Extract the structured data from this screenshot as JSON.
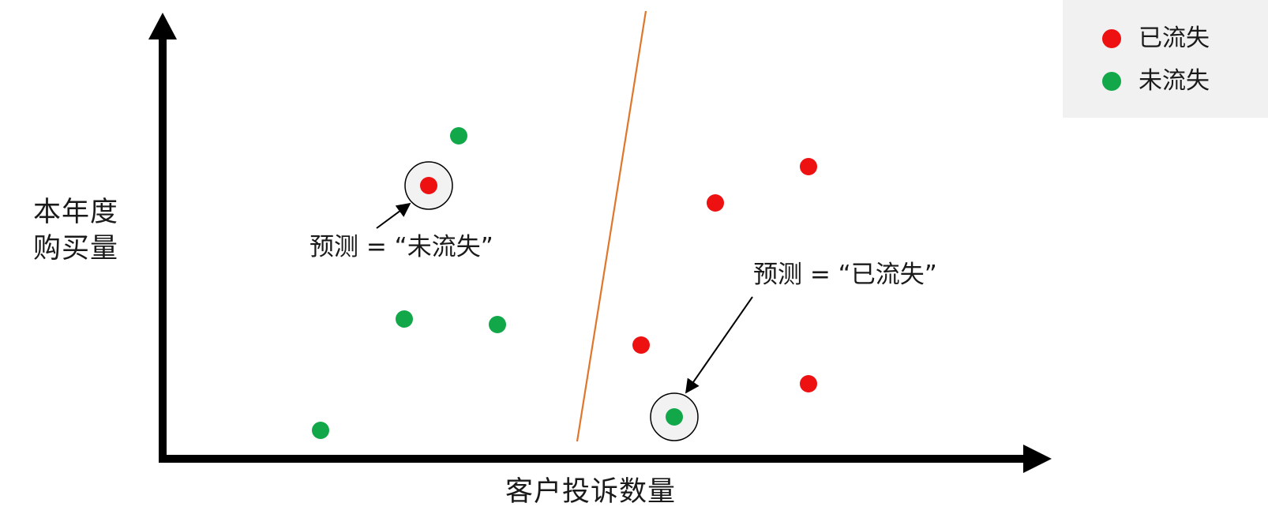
{
  "axes": {
    "y_label_line1": "本年度",
    "y_label_line2": "购买量",
    "x_label": "客户投诉数量"
  },
  "legend": {
    "items": [
      {
        "label": "已流失",
        "color": "#ee1111"
      },
      {
        "label": "未流失",
        "color": "#12a84a"
      }
    ]
  },
  "colors": {
    "churned": "#ee1111",
    "retained": "#12a84a",
    "boundary": "#e0762c",
    "axis": "#000000",
    "highlight_fill": "#f2f2f2"
  },
  "annotations": [
    {
      "text": "预测 = “未流失”"
    },
    {
      "text": "预测 = “已流失”"
    }
  ],
  "chart_data": {
    "type": "scatter",
    "series": [
      {
        "name": "已流失",
        "points_class": "churned"
      },
      {
        "name": "未流失",
        "points_class": "retained"
      }
    ]
  }
}
